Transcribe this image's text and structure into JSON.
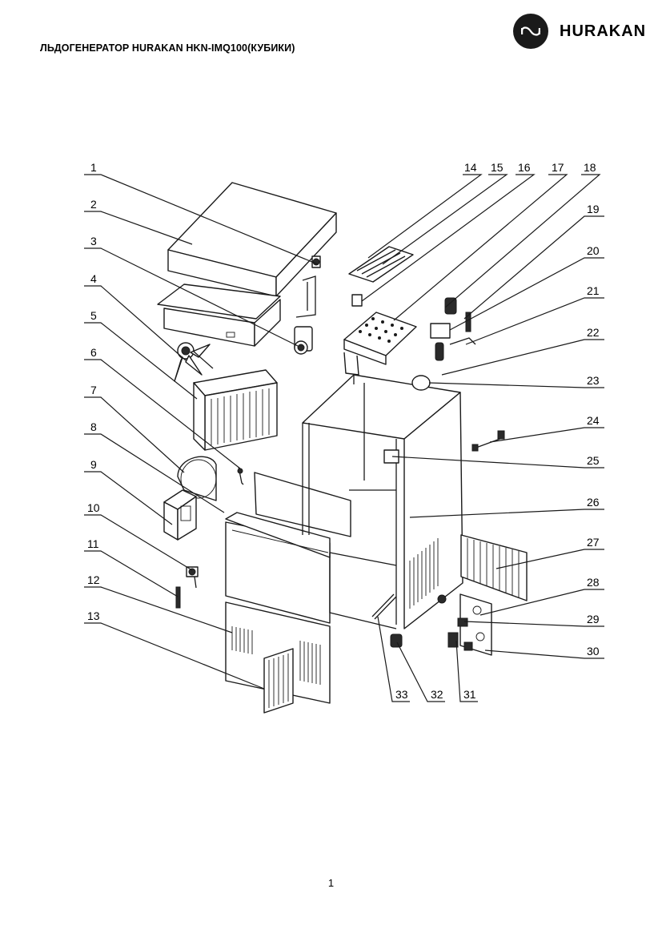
{
  "header": {
    "title": "ЛЬДОГЕНЕРАТОР HURAKAN HKN-IMQ100(КУБИКИ)",
    "brand": "HURAKAN"
  },
  "callouts": [
    "1",
    "2",
    "3",
    "4",
    "5",
    "6",
    "7",
    "8",
    "9",
    "10",
    "11",
    "12",
    "13",
    "14",
    "15",
    "16",
    "17",
    "18",
    "19",
    "20",
    "21",
    "22",
    "23",
    "24",
    "25",
    "26",
    "27",
    "28",
    "29",
    "30",
    "31",
    "32",
    "33"
  ],
  "footer": {
    "page_number": "1"
  }
}
